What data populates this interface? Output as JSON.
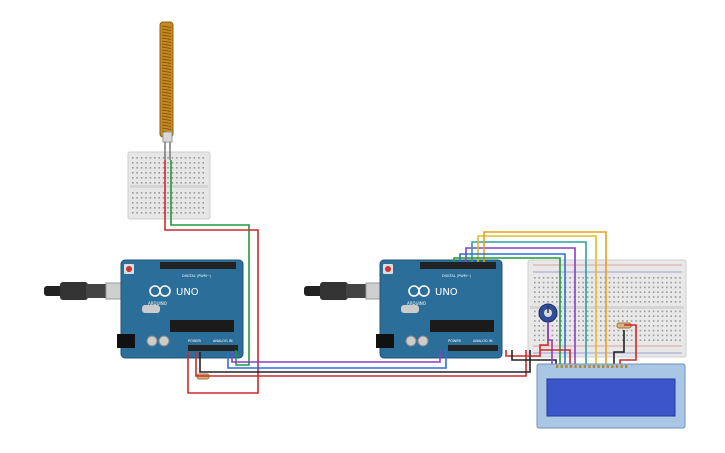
{
  "boards": [
    {
      "id": "arduino-1",
      "brand": "ARDUINO",
      "model": "UNO",
      "label_digital": "DIGITAL (PWM~)",
      "label_power": "POWER",
      "label_analog": "ANALOG IN"
    },
    {
      "id": "arduino-2",
      "brand": "ARDUINO",
      "model": "UNO",
      "label_digital": "DIGITAL (PWM~)",
      "label_power": "POWER",
      "label_analog": "ANALOG IN"
    }
  ],
  "colors": {
    "board": "#2b6e9a",
    "board_dark": "#1f5578",
    "breadboard": "#e8e8e8",
    "flex_sensor": "#c58a1f",
    "lcd_frame": "#a9c6e5",
    "lcd_screen": "#3c56c9",
    "wire_red": "#cc2a2a",
    "wire_green": "#1f9a3a",
    "wire_purple": "#8a3fc8",
    "wire_blue": "#2f6fd0",
    "wire_yellow": "#e0c020",
    "wire_black": "#222222",
    "wire_teal": "#2fa0a0"
  },
  "components": [
    "flex-sensor",
    "mini-breadboard",
    "breadboard",
    "potentiometer",
    "resistor",
    "lcd-16x2",
    "usb-cable"
  ]
}
